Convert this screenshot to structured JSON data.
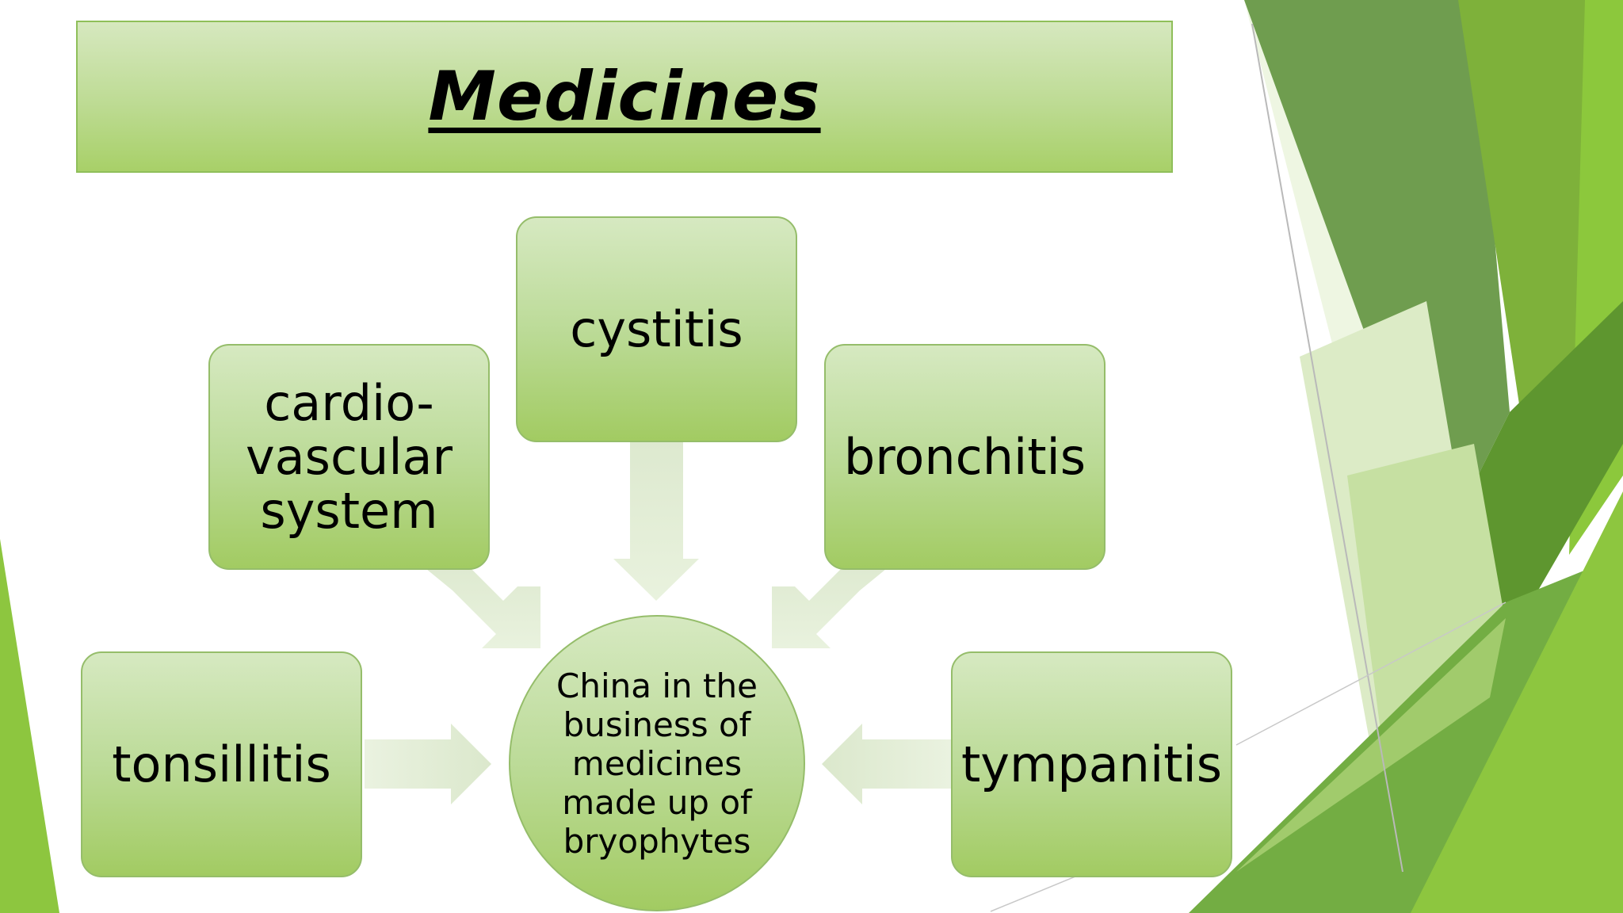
{
  "title": "Medicines",
  "hub": {
    "text": "China in the business of medicines made up of bryophytes"
  },
  "nodes": [
    {
      "id": "cystitis",
      "label": "cystitis"
    },
    {
      "id": "cardio",
      "label": "cardio-\nvascular\nsystem"
    },
    {
      "id": "bronchitis",
      "label": "bronchitis"
    },
    {
      "id": "tonsillitis",
      "label": "tonsillitis"
    },
    {
      "id": "tympanitis",
      "label": "tympanitis"
    }
  ],
  "colors": {
    "accent_dark": "#5d8f3a",
    "accent_mid": "#7fb336",
    "accent_light": "#9fcb4a",
    "box_light": "#d6e9c1",
    "box_dark": "#a2cb62",
    "arrow": "#e2eed4"
  }
}
